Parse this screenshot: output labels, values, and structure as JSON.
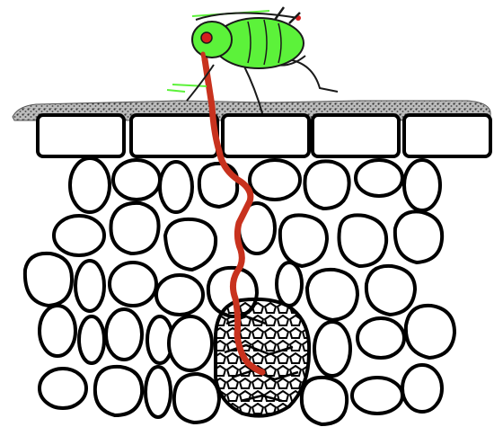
{
  "colors": {
    "aphid_body": "#5cf23a",
    "aphid_outline": "#1a1a1a",
    "aphid_eye": "#d61f1f",
    "stylet": "#c8321e",
    "cuticle": "#8a8a8a",
    "cell_fill": "#ffffff",
    "cell_outline": "#000000",
    "phloem_mesh": "#000000"
  },
  "components": [
    "aphid",
    "stylet",
    "cuticle",
    "epidermis",
    "mesophyll",
    "phloem"
  ]
}
